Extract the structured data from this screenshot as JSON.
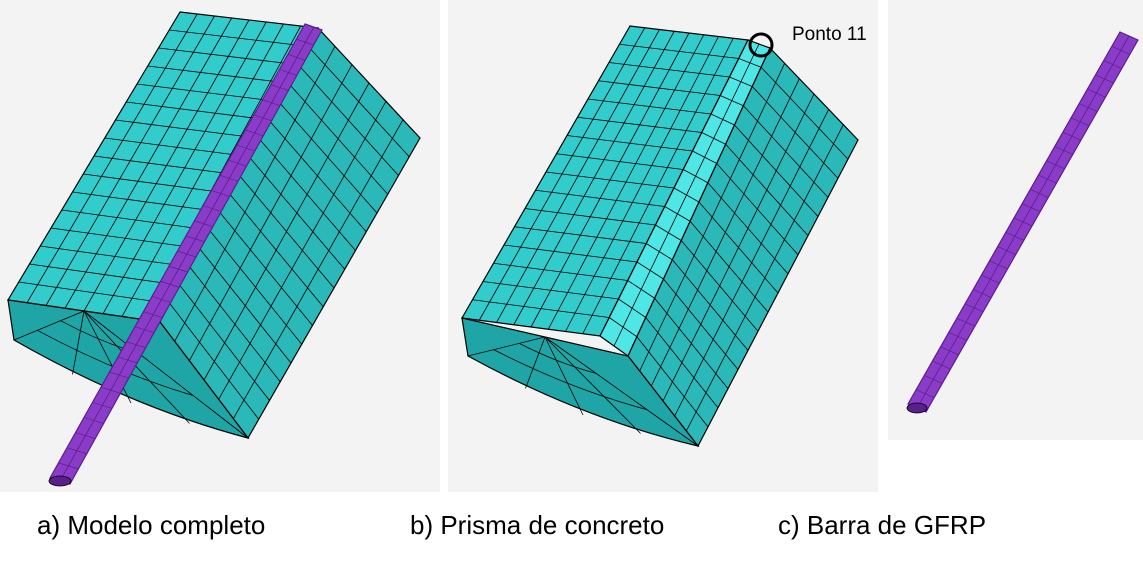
{
  "figure": {
    "panels": [
      {
        "id": "a",
        "caption": "a) Modelo completo"
      },
      {
        "id": "b",
        "caption": "b) Prisma de concreto"
      },
      {
        "id": "c",
        "caption": "c) Barra de GFRP"
      }
    ],
    "annotation": "Ponto 11"
  },
  "colors": {
    "concrete_top": "#33cccc",
    "concrete_side": "#2ab8b8",
    "concrete_end": "#1fa5a5",
    "groove": "#4fe6e6",
    "bar": "#8a3cc8",
    "bar_dark": "#5a1f8c",
    "mesh_line": "#000000",
    "panel_bg": "#f3f3f3"
  },
  "mesh": {
    "long_divisions": 16,
    "width_divisions": 8,
    "height_divisions": 6
  }
}
